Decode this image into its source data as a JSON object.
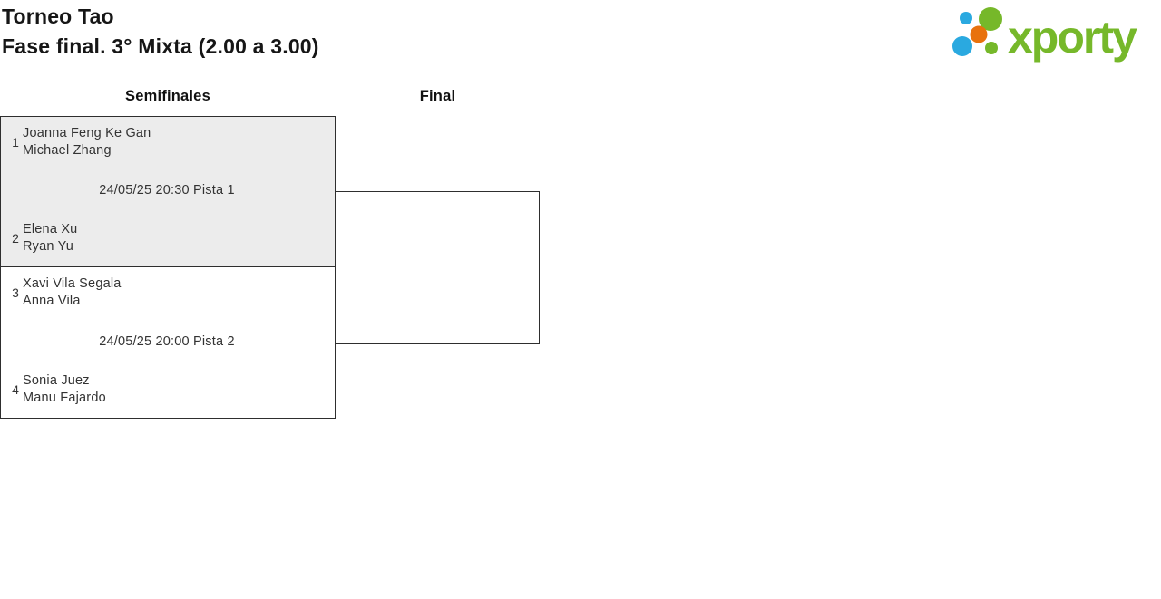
{
  "header": {
    "title": "Torneo Tao",
    "subtitle": "Fase final. 3° Mixta (2.00 a 3.00)"
  },
  "logo": {
    "brand": "xporty",
    "colors": {
      "green": "#76b82a",
      "blue": "#2aa9e0",
      "orange": "#e8720d"
    }
  },
  "bracket": {
    "round_headers": [
      {
        "label": "Semifinales"
      },
      {
        "label": "Final"
      }
    ],
    "matches": [
      {
        "round": "Semifinales",
        "schedule": "24/05/25 20:30 Pista 1",
        "teams": [
          {
            "seed": "1",
            "players": [
              "Joanna Feng Ke Gan",
              "Michael Zhang"
            ]
          },
          {
            "seed": "2",
            "players": [
              "Elena Xu",
              "Ryan Yu"
            ]
          }
        ]
      },
      {
        "round": "Semifinales",
        "schedule": "24/05/25 20:00 Pista 2",
        "teams": [
          {
            "seed": "3",
            "players": [
              "Xavi Vila Segala",
              "Anna Vila"
            ]
          },
          {
            "seed": "4",
            "players": [
              "Sonia Juez",
              "Manu Fajardo"
            ]
          }
        ]
      }
    ]
  },
  "colors": {
    "match_highlight_bg": "#ececec",
    "match_bg": "#ffffff",
    "border": "#2e2e2e",
    "text": "#333333"
  }
}
